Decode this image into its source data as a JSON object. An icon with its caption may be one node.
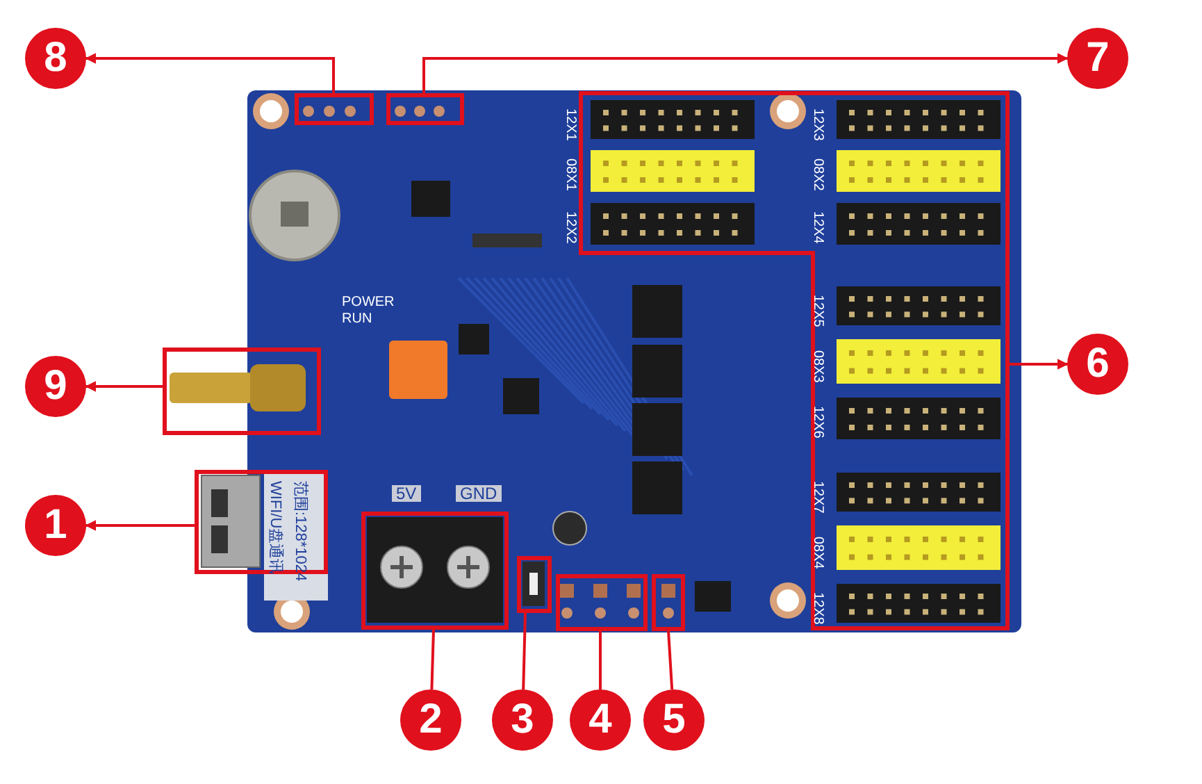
{
  "diagram": {
    "nodes": [
      {
        "text": [],
        "shape": "picture"
      },
      {
        "text": [],
        "shape": "box"
      },
      {
        "text": [],
        "shape": "box",
        "in": 0,
        "beside": [
          "5V",
          "GND"
        ]
      },
      {
        "text": [],
        "shape": "box",
        "in": 0
      },
      {
        "text": [],
        "shape": "box",
        "in": 0
      },
      {
        "text": [],
        "shape": "box",
        "in": 0
      },
      {
        "text": [],
        "shape": "box",
        "in": 0
      },
      {
        "text": [],
        "shape": "box",
        "in": 0
      },
      {
        "text": [],
        "shape": "box",
        "in": 0
      },
      {
        "text": [],
        "shape": "box"
      },
      {
        "text": [
          "1"
        ]
      },
      {
        "text": [
          "2"
        ]
      },
      {
        "text": [
          "3"
        ]
      },
      {
        "text": [
          "4"
        ]
      },
      {
        "text": [
          "5"
        ]
      },
      {
        "text": [
          "6"
        ]
      },
      {
        "text": [
          "7"
        ]
      },
      {
        "text": [
          "8"
        ]
      },
      {
        "text": [
          "9"
        ]
      }
    ],
    "edges": [
      {
        "from": 9,
        "to": 10,
        "arrow": "to"
      },
      {
        "from": 2,
        "to": 11,
        "arrow": "none"
      },
      {
        "from": 3,
        "to": 12,
        "arrow": "none"
      },
      {
        "from": 4,
        "to": 13,
        "arrow": "none"
      },
      {
        "from": 5,
        "to": 14,
        "arrow": "none"
      },
      {
        "from": 6,
        "to": 15,
        "arrow": "to"
      },
      {
        "from": 7,
        "to": 16,
        "arrow": "to"
      },
      {
        "from": 8,
        "to": 17,
        "arrow": "to"
      },
      {
        "from": 1,
        "to": 18,
        "arrow": "to"
      }
    ],
    "labels": [
      "POWER",
      "RUN",
      "12X1",
      "08X1",
      "12X2",
      "12X3",
      "08X2",
      "12X4",
      "12X5",
      "08X3",
      "12X6",
      "12X7",
      "08X4",
      "12X8",
      "WIFI/U盘通讯",
      "范围:128*1024"
    ]
  }
}
